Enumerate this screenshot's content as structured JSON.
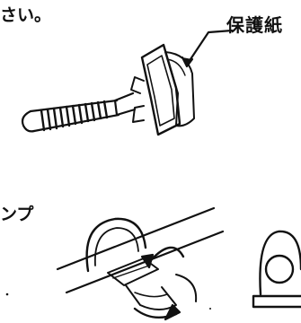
{
  "text": {
    "top_fragment": "さい。",
    "protective_paper_label": "保護紙",
    "middle_fragment": "ンプ"
  },
  "colors": {
    "ink": "#111111",
    "paper": "#ffffff"
  }
}
